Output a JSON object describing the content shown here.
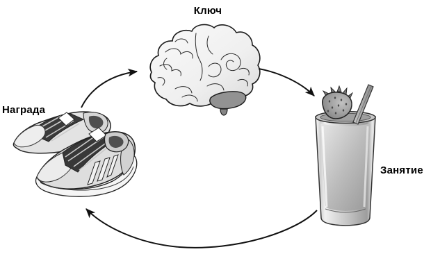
{
  "diagram": {
    "type": "cycle",
    "background": "#ffffff",
    "nodes": [
      {
        "id": "cue",
        "label": "Ключ",
        "icon": "brain-icon",
        "position": "top-center"
      },
      {
        "id": "routine",
        "label": "Занятие",
        "icon": "smoothie-glass-icon",
        "position": "right"
      },
      {
        "id": "reward",
        "label": "Награда",
        "icon": "running-shoes-icon",
        "position": "left"
      }
    ],
    "edges": [
      {
        "from": "reward",
        "to": "cue",
        "style": "curved-arrow"
      },
      {
        "from": "cue",
        "to": "routine",
        "style": "curved-arrow"
      },
      {
        "from": "routine",
        "to": "reward",
        "style": "curved-arrow"
      }
    ],
    "colors": {
      "line": "#1a1a1a",
      "text": "#000000",
      "fill_light": "#ececec",
      "fill_mid": "#bdbdbd",
      "fill_dark": "#8f8f8f"
    }
  }
}
